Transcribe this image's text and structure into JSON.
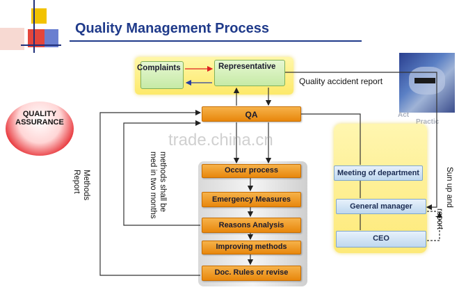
{
  "title": "Quality Management Process",
  "badge": {
    "line1": "QUALITY",
    "line2": "ASSURANCE"
  },
  "nodes": {
    "complaints": "Complaints",
    "representative": "Representative",
    "qa": "QA",
    "occur_process": "Occur process",
    "emergency_measures": "Emergency Measures",
    "reasons_analysis": "Reasons Analysis",
    "improving_methods": "Improving methods",
    "doc_rules": "Doc. Rules or revise",
    "meeting": "Meeting of department",
    "general_manager": "General manager",
    "ceo": "CEO"
  },
  "labels": {
    "quality_accident_report": "Quality accident report",
    "methods_report_1": "Methods",
    "methods_report_2": "Report",
    "methods_shall_1": "methods shall be",
    "methods_shall_2": "med in two months",
    "sum_up_1": "Sun up and",
    "sum_up_2": "report"
  },
  "photo_text": {
    "act": "Act",
    "practice": "Practic"
  },
  "watermark": "trade.china.cn",
  "colors": {
    "title": "#1f3a8a",
    "orange": "#e8870c",
    "green": "#c6eaa6",
    "blue": "#bfd8ef",
    "badge": "#d9252b"
  }
}
